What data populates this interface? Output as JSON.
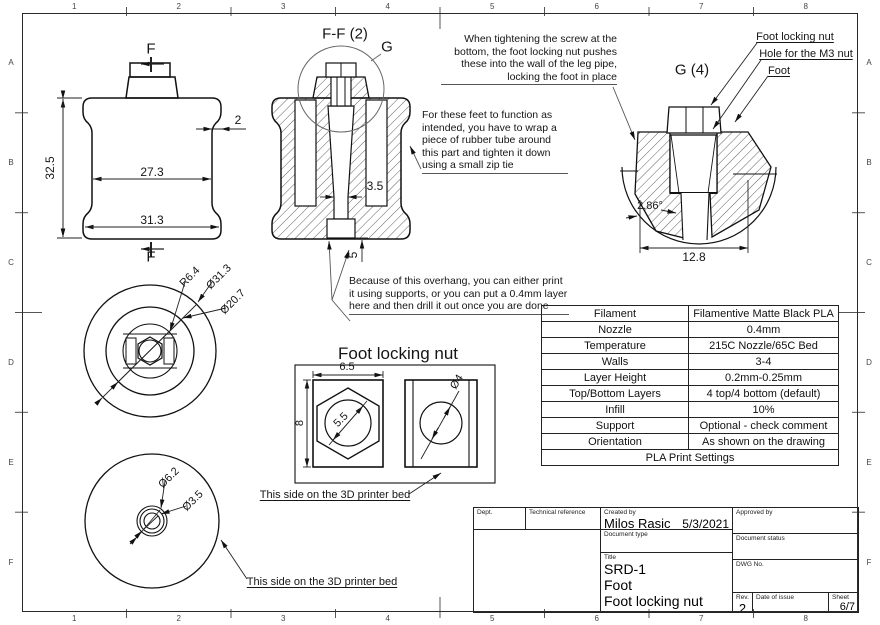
{
  "sheet": {
    "grid_columns": [
      "1",
      "2",
      "3",
      "4",
      "5",
      "6",
      "7",
      "8"
    ],
    "grid_rows": [
      "A",
      "B",
      "C",
      "D",
      "E",
      "F"
    ]
  },
  "views": {
    "front": {
      "cut_label_top": "F",
      "cut_label_bottom": "F",
      "dim_height": "32.5",
      "dim_waist": "27.3",
      "dim_base": "31.3",
      "dim_wall": "2"
    },
    "section": {
      "title": "F-F (2)",
      "detail_label": "G",
      "dim_neck": "3.5",
      "dim_pocket": "5"
    },
    "detail_g": {
      "title": "G (4)",
      "label_nut": "Foot locking nut",
      "label_hole": "Hole for the M3 nut",
      "label_foot": "Foot",
      "dim_angle": "2.86°",
      "dim_width": "12.8"
    },
    "top_circle": {
      "dim_radius": "R6.4",
      "dim_outer": "Ø31.3",
      "dim_inner": "Ø20.7"
    },
    "bottom_circle": {
      "dim_outer": "Ø6.2",
      "dim_inner": "Ø3.5",
      "note": "This side on the 3D printer bed"
    },
    "nut_detail": {
      "title": "Foot locking nut",
      "dim_width": "6.5",
      "dim_height": "8",
      "dim_across": "5.5",
      "dim_hole": "Ø4",
      "note": "This side on the 3D printer bed"
    }
  },
  "notes": {
    "tighten": "When tightening the screw at the bottom, the foot locking nut pushes these into the wall of the leg pipe, locking the foot in place",
    "rubber": "For these feet to function as intended, you have to wrap a piece of rubber tube around this part and tighten it down using a small zip tie",
    "overhang": "Because of this overhang, you can either print it using supports, or you can put a 0.4mm layer here and then drill it out once you are done"
  },
  "print_settings": {
    "rows": [
      {
        "label": "Filament",
        "value": "Filamentive Matte Black PLA"
      },
      {
        "label": "Nozzle",
        "value": "0.4mm"
      },
      {
        "label": "Temperature",
        "value": "215C Nozzle/65C Bed"
      },
      {
        "label": "Walls",
        "value": "3-4"
      },
      {
        "label": "Layer Height",
        "value": "0.2mm-0.25mm"
      },
      {
        "label": "Top/Bottom Layers",
        "value": "4 top/4 bottom (default)"
      },
      {
        "label": "Infill",
        "value": "10%"
      },
      {
        "label": "Support",
        "value": "Optional - check comment"
      },
      {
        "label": "Orientation",
        "value": "As shown on the drawing"
      }
    ],
    "footer": "PLA Print Settings"
  },
  "title_block": {
    "dept_label": "Dept.",
    "tech_ref_label": "Technical reference",
    "created_label": "Created by",
    "created_value": "Milos Rasic",
    "created_date": "5/3/2021",
    "approved_label": "Approved by",
    "doc_type_label": "Document type",
    "doc_status_label": "Document status",
    "title_label": "Title",
    "title_line1": "SRD-1",
    "title_line2": "Foot",
    "title_line3": "Foot locking nut",
    "dwg_label": "DWG No.",
    "rev_label": "Rev.",
    "rev_value": "2",
    "date_label": "Date of issue",
    "sheet_label": "Sheet",
    "sheet_value": "6/7"
  }
}
